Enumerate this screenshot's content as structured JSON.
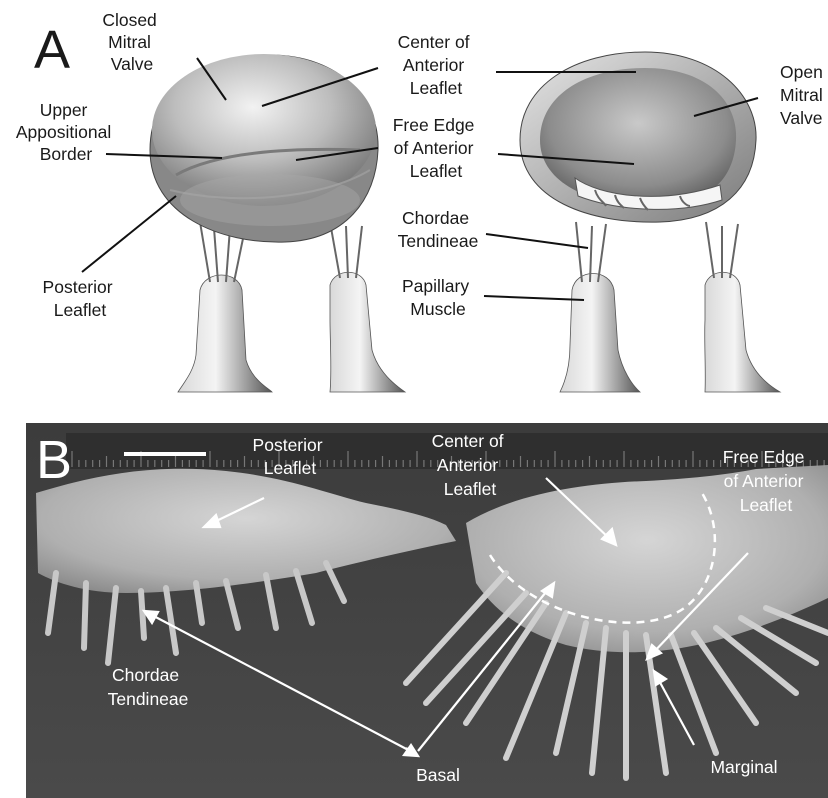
{
  "panel_a": {
    "letter": "A",
    "labels": {
      "closed_valve": [
        "Closed",
        "Mitral",
        "Valve"
      ],
      "upper_border": [
        "Upper",
        "Appositional",
        "Border"
      ],
      "posterior_leaflet": [
        "Posterior",
        "Leaflet"
      ],
      "center_anterior": [
        "Center of",
        "Anterior",
        "Leaflet"
      ],
      "free_edge": [
        "Free Edge",
        "of Anterior",
        "Leaflet"
      ],
      "chordae": [
        "Chordae",
        "Tendineae"
      ],
      "papillary": [
        "Papillary",
        "Muscle"
      ],
      "open_valve": [
        "Open",
        "Mitral",
        "Valve"
      ]
    }
  },
  "panel_b": {
    "letter": "B",
    "labels": {
      "posterior_leaflet": [
        "Posterior",
        "Leaflet"
      ],
      "center_anterior": [
        "Center of",
        "Anterior",
        "Leaflet"
      ],
      "free_edge": [
        "Free Edge",
        "of Anterior",
        "Leaflet"
      ],
      "chordae": [
        "Chordae",
        "Tendineae"
      ],
      "basal": "Basal",
      "marginal": "Marginal"
    }
  }
}
